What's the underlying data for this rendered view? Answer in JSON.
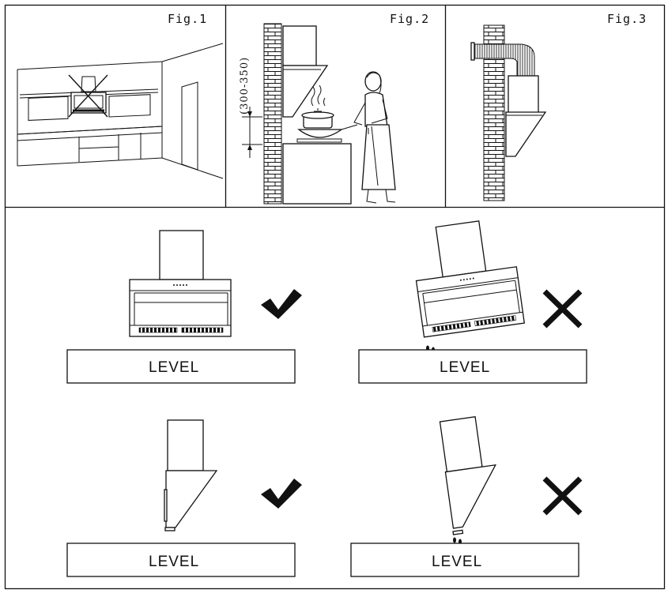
{
  "figures": {
    "fig1_label": "Fig.1",
    "fig2_label": "Fig.2",
    "fig3_label": "Fig.3"
  },
  "fig2": {
    "dimension_label": "(300-350)"
  },
  "level_panels": [
    {
      "label": "LEVEL",
      "mark": "check-icon"
    },
    {
      "label": "LEVEL",
      "mark": "cross-icon"
    },
    {
      "label": "LEVEL",
      "mark": "check-icon"
    },
    {
      "label": "LEVEL",
      "mark": "cross-icon"
    }
  ]
}
